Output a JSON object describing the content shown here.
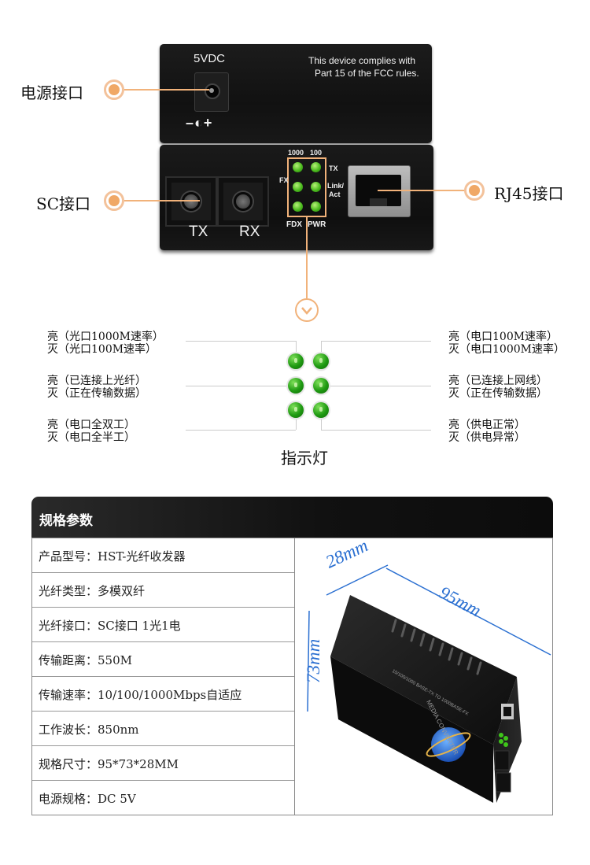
{
  "device_top": {
    "power_label": "5VDC",
    "fcc_line1": "This device complies with",
    "fcc_line2": "Part 15 of the FCC rules.",
    "polarity": "–◐+"
  },
  "device_front": {
    "tx": "TX",
    "rx": "RX",
    "led_top_left": "1000",
    "led_top_right": "100",
    "led_left": "FX",
    "led_right_top": "TX",
    "led_right_mid1": "Link/",
    "led_right_mid2": "Act",
    "led_bottom_left": "FDX",
    "led_bottom_right": "PWR"
  },
  "callouts": {
    "power": "电源接口",
    "sc": "SC接口",
    "rj45": "RJ45接口"
  },
  "indicators": {
    "title": "指示灯",
    "left": [
      {
        "on": "亮（光口1000M速率）",
        "off": "灭（光口100M速率）"
      },
      {
        "on": "亮（已连接上光纤）",
        "off": "灭（正在传输数据）"
      },
      {
        "on": "亮（电口全双工）",
        "off": "灭（电口全半工）"
      }
    ],
    "right": [
      {
        "on": "亮（电口100M速率）",
        "off": "灭（电口1000M速率）"
      },
      {
        "on": "亮（已连接上网线）",
        "off": "灭（正在传输数据）"
      },
      {
        "on": "亮（供电正常）",
        "off": "灭（供电异常）"
      }
    ]
  },
  "specs": {
    "title": "规格参数",
    "rows": [
      "产品型号：HST-光纤收发器",
      "光纤类型：多模双纤",
      "光纤接口：SC接口 1光1电",
      "传输距离：550M",
      "传输速率：10/100/1000Mbps自适应",
      "工作波长：850nm",
      "规格尺寸：95*73*28MM",
      "电源规格：DC 5V"
    ]
  },
  "product": {
    "dim_depth": "28mm",
    "dim_length": "95mm",
    "dim_height": "73mm",
    "label_brand": "MEDIA CONVERTER",
    "label_model": "10/100/1000 BASE-TX TO 1000BASE-FX"
  },
  "colors": {
    "accent_orange": "#f1b27a",
    "dimension_blue": "#2a6fd1",
    "led_green": "#1f9a12"
  }
}
